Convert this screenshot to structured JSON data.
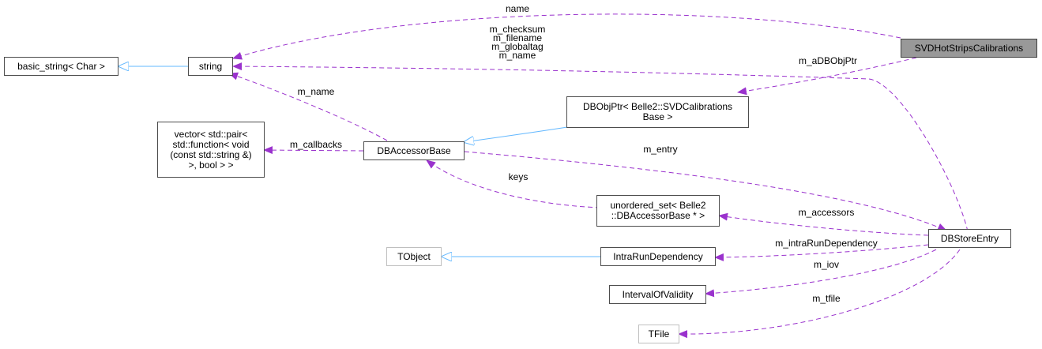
{
  "nodes": {
    "svd": "SVDHotStripsCalibrations",
    "basic_string": "basic_string< Char >",
    "string": "string",
    "vector": "vector< std::pair<\nstd::function< void\n(const std::string &)\n>, bool > >",
    "dbaccessor": "DBAccessorBase",
    "dbobjptr": "DBObjPtr< Belle2::SVDCalibrations\nBase >",
    "unordered_set": "unordered_set< Belle2\n::DBAccessorBase * >",
    "dbstore": "DBStoreEntry",
    "tobject": "TObject",
    "intrarun": "IntraRunDependency",
    "interval": "IntervalOfValidity",
    "tfile": "TFile"
  },
  "edge_labels": {
    "name": "name",
    "string_members": "m_checksum\nm_filename\nm_globaltag\nm_name",
    "m_aDBObjPtr": "m_aDBObjPtr",
    "m_name": "m_name",
    "m_callbacks": "m_callbacks",
    "m_entry": "m_entry",
    "keys": "keys",
    "m_accessors": "m_accessors",
    "m_intraRunDependency": "m_intraRunDependency",
    "m_iov": "m_iov",
    "m_tfile": "m_tfile"
  },
  "colors": {
    "inheritance": "#63b8ff",
    "usage": "#9a32cd",
    "node_border": "#4d4d4d",
    "external_node_border": "#bfbfbf",
    "focus_fill": "#999999"
  }
}
